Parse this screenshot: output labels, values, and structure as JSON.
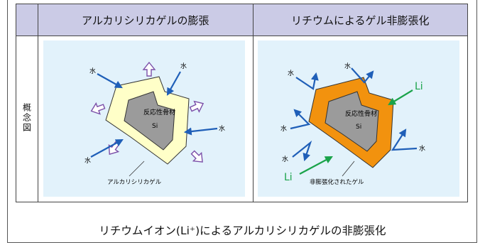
{
  "header": {
    "col1": "アルカリシリカゲルの膨張",
    "col2": "リチウムによるゲル非膨張化"
  },
  "side_label": "概念図",
  "left_panel": {
    "aggregate": "反応性骨材",
    "si": "Si",
    "water": "水",
    "gel": "アルカリシリカゲル"
  },
  "right_panel": {
    "aggregate": "反応性骨材",
    "si": "Si",
    "water": "水",
    "li": "Li",
    "gel": "非膨張化されたゲル"
  },
  "caption": "リチウムイオン(Li⁺)によるアルカリシリカゲルの非膨張化",
  "colors": {
    "header_bg": "#cbcbe6",
    "panel_bg": "#e2f2fb",
    "gel_left": "#ffffc8",
    "gel_right": "#f2920e",
    "aggregate": "#9b9b9b",
    "water_arrow": "#1f5fb8",
    "li_arrow": "#1aa34a",
    "expansion_arrow": "#7b4fa8"
  }
}
